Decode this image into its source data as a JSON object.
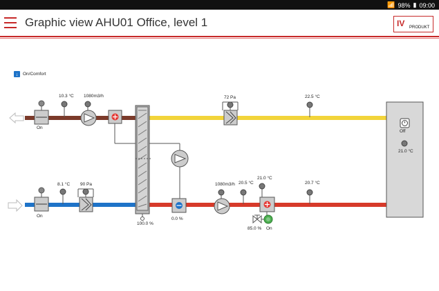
{
  "status": {
    "battery": "98%",
    "time": "09:00"
  },
  "header": {
    "title": "Graphic view AHU01 Office, level 1",
    "logo_text": "IV PRODUKT"
  },
  "mode": {
    "label": "On/Comfort"
  },
  "exhaust": {
    "temp": "10.3 °C",
    "flow": "1080m3/h",
    "damper_state": "On",
    "filter_pressure": "72 Pa",
    "extract_temp": "22.5 °C"
  },
  "supply": {
    "outdoor_temp": "8.1 °C",
    "filter_pressure": "90 Pa",
    "damper_state": "On",
    "hx_efficiency": "100.0 %",
    "cooler_level": "0.0 %",
    "flow": "1080m3/h",
    "after_fan_temp": "20.5 °C",
    "heater_temp": "21.0 °C",
    "valve_level": "85.0 %",
    "pump_state": "On",
    "supply_temp": "20.7 °C"
  },
  "room": {
    "state": "Off",
    "temp": "21.0 °C"
  },
  "colors": {
    "exhaust_duct": "#7b3a2a",
    "extract_duct": "#f2d43a",
    "outdoor_duct": "#1e73c8",
    "supply_duct": "#d73a2a",
    "accent": "#c62828"
  }
}
